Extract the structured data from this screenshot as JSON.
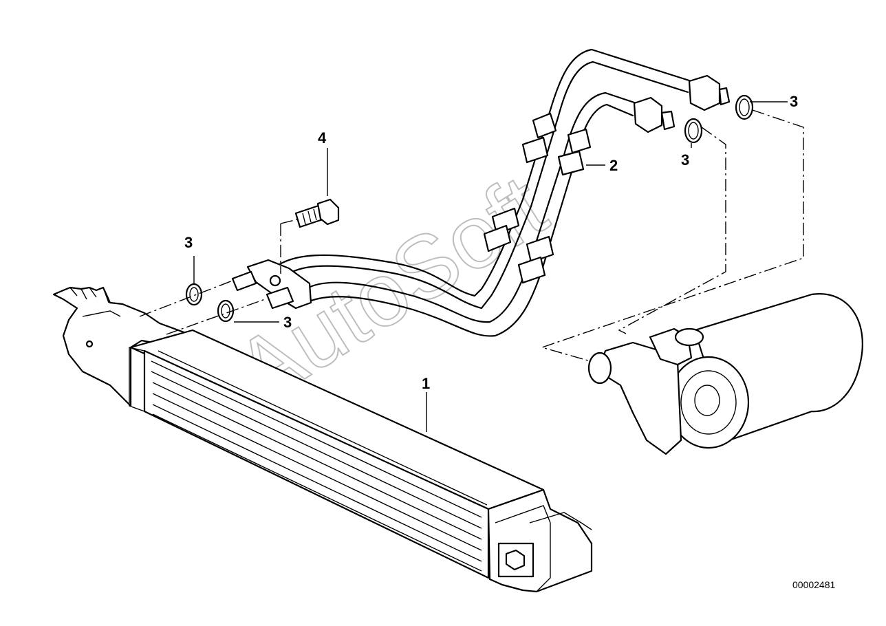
{
  "diagram": {
    "watermark": "AutoSoft",
    "document_number": "00002481",
    "callouts": [
      {
        "id": "c1",
        "text": "1"
      },
      {
        "id": "c2",
        "text": "2"
      },
      {
        "id": "c3a",
        "text": "3"
      },
      {
        "id": "c3b",
        "text": "3"
      },
      {
        "id": "c3c",
        "text": "3"
      },
      {
        "id": "c3d",
        "text": "3"
      },
      {
        "id": "c4",
        "text": "4"
      }
    ]
  }
}
